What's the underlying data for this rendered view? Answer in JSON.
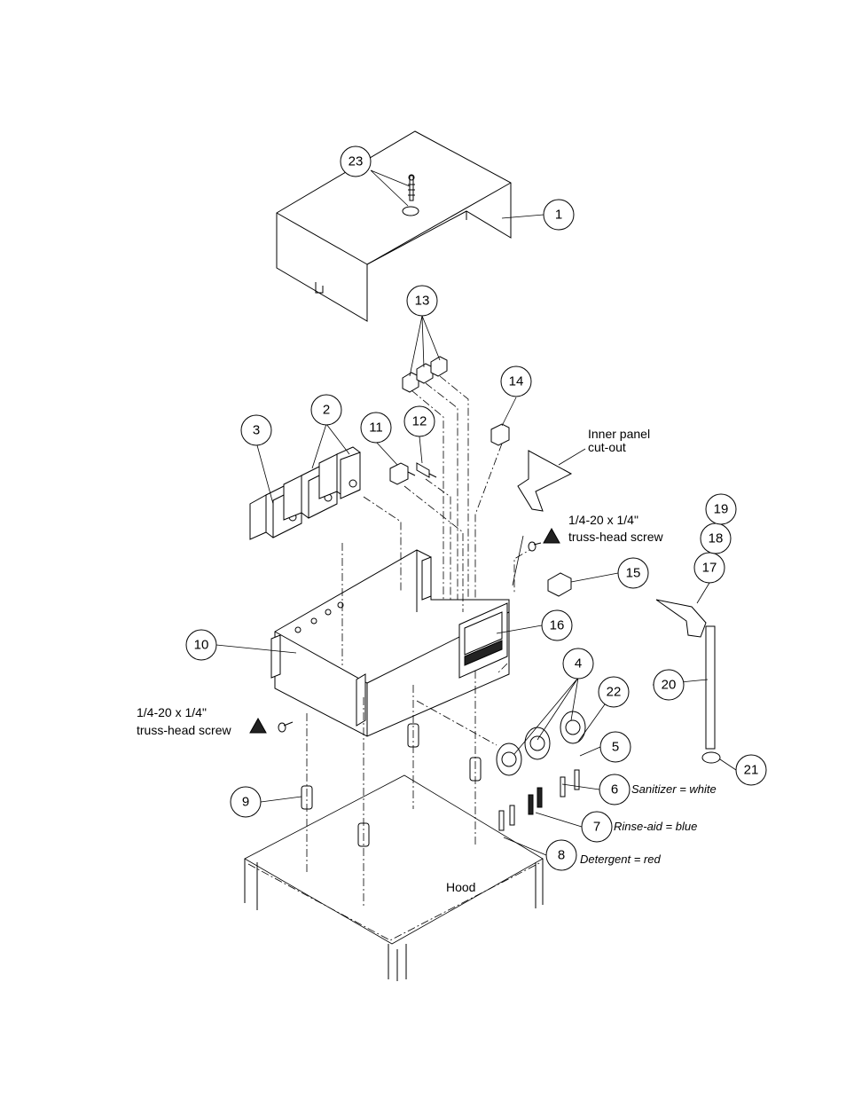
{
  "callouts": [
    {
      "id": "c1",
      "number": "1"
    },
    {
      "id": "c2",
      "number": "2"
    },
    {
      "id": "c3",
      "number": "3"
    },
    {
      "id": "c4",
      "number": "4"
    },
    {
      "id": "c5",
      "number": "5"
    },
    {
      "id": "c6",
      "number": "6"
    },
    {
      "id": "c7",
      "number": "7"
    },
    {
      "id": "c8",
      "number": "8"
    },
    {
      "id": "c9",
      "number": "9"
    },
    {
      "id": "c10",
      "number": "10"
    },
    {
      "id": "c11",
      "number": "11"
    },
    {
      "id": "c12",
      "number": "12"
    },
    {
      "id": "c13",
      "number": "13"
    },
    {
      "id": "c14",
      "number": "14"
    },
    {
      "id": "c15",
      "number": "15"
    },
    {
      "id": "c16",
      "number": "16"
    },
    {
      "id": "c17",
      "number": "17"
    },
    {
      "id": "c18",
      "number": "18"
    },
    {
      "id": "c19",
      "number": "19"
    },
    {
      "id": "c20",
      "number": "20"
    },
    {
      "id": "c21",
      "number": "21"
    },
    {
      "id": "c22",
      "number": "22"
    },
    {
      "id": "c23",
      "number": "23"
    }
  ],
  "notes": {
    "inner_panel_line1": "Inner panel",
    "inner_panel_line2": "cut-out",
    "screw_right_line1": "1/4-20 x 1/4\"",
    "screw_right_line2": "truss-head screw",
    "screw_left_line1": "1/4-20 x 1/4\"",
    "screw_left_line2": "truss-head screw",
    "sanitizer": "Sanitizer = white",
    "rinse_aid": "Rinse-aid = blue",
    "detergent": "Detergent = red",
    "hood": "Hood"
  }
}
